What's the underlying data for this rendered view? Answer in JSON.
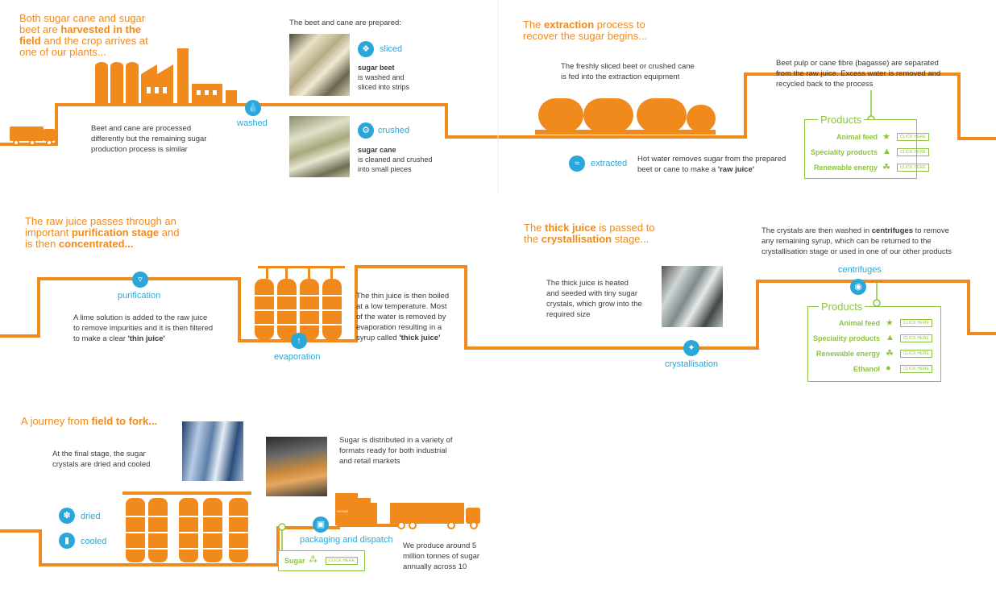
{
  "colors": {
    "orange": "#f08a1c",
    "blue": "#2aa7d8",
    "green": "#8cc43f",
    "text": "#3a3a3a"
  },
  "sec1": {
    "intro_pre": "Both sugar cane and sugar beet are ",
    "intro_bold": "harvested in the field",
    "intro_post": " and the crop arrives at one of our plants...",
    "processed": "Beet and cane are processed differently but the remaining sugar production process is similar",
    "washed_label": "washed",
    "prepared_title": "The beet and cane are prepared:",
    "sliced_label": "sliced",
    "beet_title": "sugar beet",
    "beet_desc": "is washed and sliced into strips",
    "crushed_label": "crushed",
    "cane_title": "sugar cane",
    "cane_desc": "is cleaned and crushed into small pieces"
  },
  "sec2": {
    "title_pre": "The ",
    "title_bold": "extraction",
    "title_post": " process to recover the sugar begins...",
    "fed": "The freshly sliced beet or crushed cane is fed into the extraction equipment",
    "extracted_label": "extracted",
    "hot_water_pre": "Hot water removes sugar from the prepared beet or cane to make a ",
    "hot_water_bold": "'raw juice'",
    "pulp": "Beet pulp or cane fibre (bagasse) are separated from the raw juice. Excess water is removed and recycled back to the process",
    "products_title": "Products",
    "products": [
      {
        "label": "Animal feed",
        "icon": "animal-feed-icon",
        "cta": "CLICK HERE"
      },
      {
        "label": "Speciality products",
        "icon": "speciality-products-icon",
        "cta": "CLICK HERE"
      },
      {
        "label": "Renewable energy",
        "icon": "renewable-energy-icon",
        "cta": "CLICK HERE"
      }
    ]
  },
  "sec3": {
    "title_pre": "The raw juice passes through an important ",
    "title_bold1": "purification stage",
    "title_mid": " and is then ",
    "title_bold2": "concentrated...",
    "purification_label": "purification",
    "lime_pre": "A lime solution is added to the raw juice to remove impurities and it is then filtered to make a clear ",
    "lime_bold": "'thin juice'",
    "evaporation_label": "evaporation",
    "thin_pre": "The thin juice is then boiled at a low temperature. Most of the water is removed by evaporation resulting in a syrup called ",
    "thin_bold": "'thick juice'"
  },
  "sec4": {
    "title_pre": "The ",
    "title_bold1": "thick juice",
    "title_mid": " is passed to the ",
    "title_bold2": "crystallisation",
    "title_post": " stage...",
    "heated": "The thick juice is heated and seeded with tiny sugar crystals, which grow into the required size",
    "crystallisation_label": "crystallisation",
    "centrifuge_pre": "The crystals are then washed in ",
    "centrifuge_bold": "centrifuges",
    "centrifuge_post": " to remove any remaining syrup, which can be returned to the crystallisation stage or used in one of our other products",
    "centrifuges_label": "centrifuges",
    "products_title": "Products",
    "products": [
      {
        "label": "Animal feed",
        "icon": "animal-feed-icon",
        "cta": "CLICK HERE"
      },
      {
        "label": "Speciality products",
        "icon": "speciality-products-icon",
        "cta": "CLICK HERE"
      },
      {
        "label": "Renewable energy",
        "icon": "renewable-energy-icon",
        "cta": "CLICK HERE"
      },
      {
        "label": "Ethanol",
        "icon": "ethanol-icon",
        "cta": "CLICK HERE"
      }
    ]
  },
  "sec5": {
    "title_pre": "A journey from ",
    "title_bold": "field to fork...",
    "final": "At the final stage, the sugar crystals are dried and cooled",
    "dried_label": "dried",
    "cooled_label": "cooled",
    "distributed": "Sugar is distributed in a variety of formats ready for both industrial and retail markets",
    "packaging_label": "packaging and dispatch",
    "sugar_product": "Sugar",
    "sugar_cta": "CLICK HERE",
    "produce": "We produce around 5 million tonnes of sugar annually across 10",
    "bag_label": "SUGAR"
  }
}
